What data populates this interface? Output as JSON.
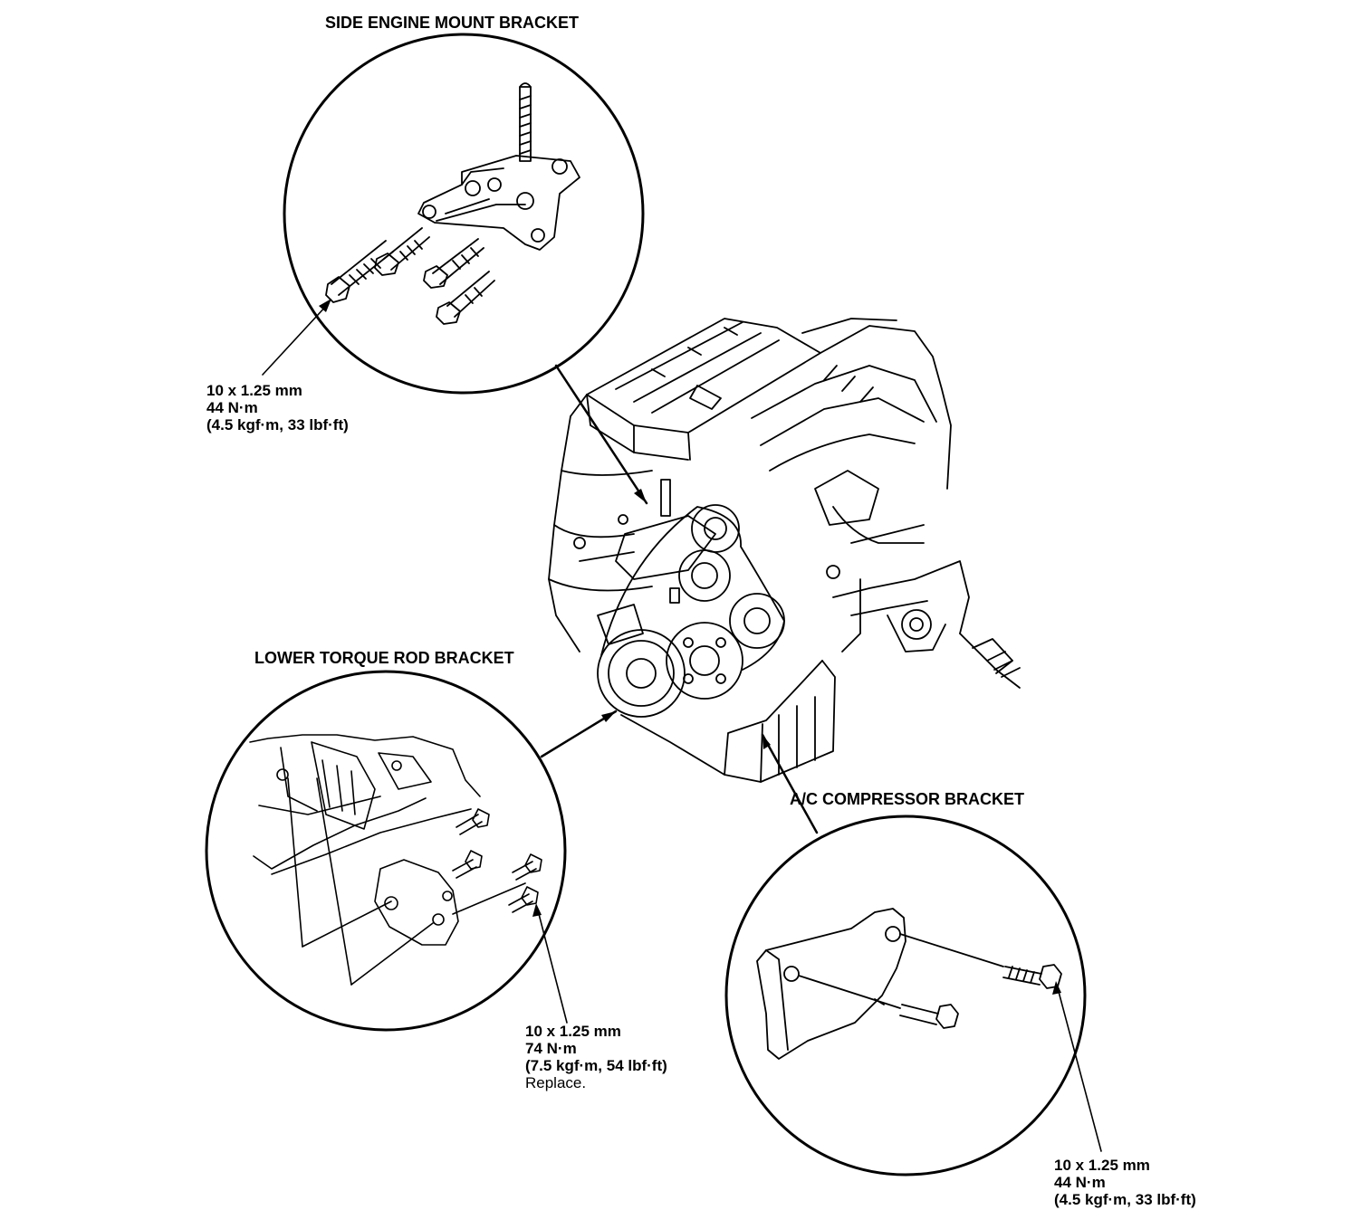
{
  "callouts": {
    "side_engine_mount": {
      "title": "SIDE ENGINE MOUNT BRACKET",
      "spec": {
        "size": "10 x 1.25 mm",
        "torque": "44 N·m",
        "alt": "(4.5 kgf·m, 33 lbf·ft)"
      }
    },
    "lower_torque_rod": {
      "title": "LOWER TORQUE ROD BRACKET",
      "spec": {
        "size": "10 x 1.25 mm",
        "torque": "74 N·m",
        "alt": "(7.5 kgf·m, 54 lbf·ft)",
        "note": "Replace."
      }
    },
    "ac_compressor": {
      "title": "A/C COMPRESSOR BRACKET",
      "spec": {
        "size": "10 x 1.25 mm",
        "torque": "44 N·m",
        "alt": "(4.5 kgf·m, 33 lbf·ft)"
      }
    }
  }
}
